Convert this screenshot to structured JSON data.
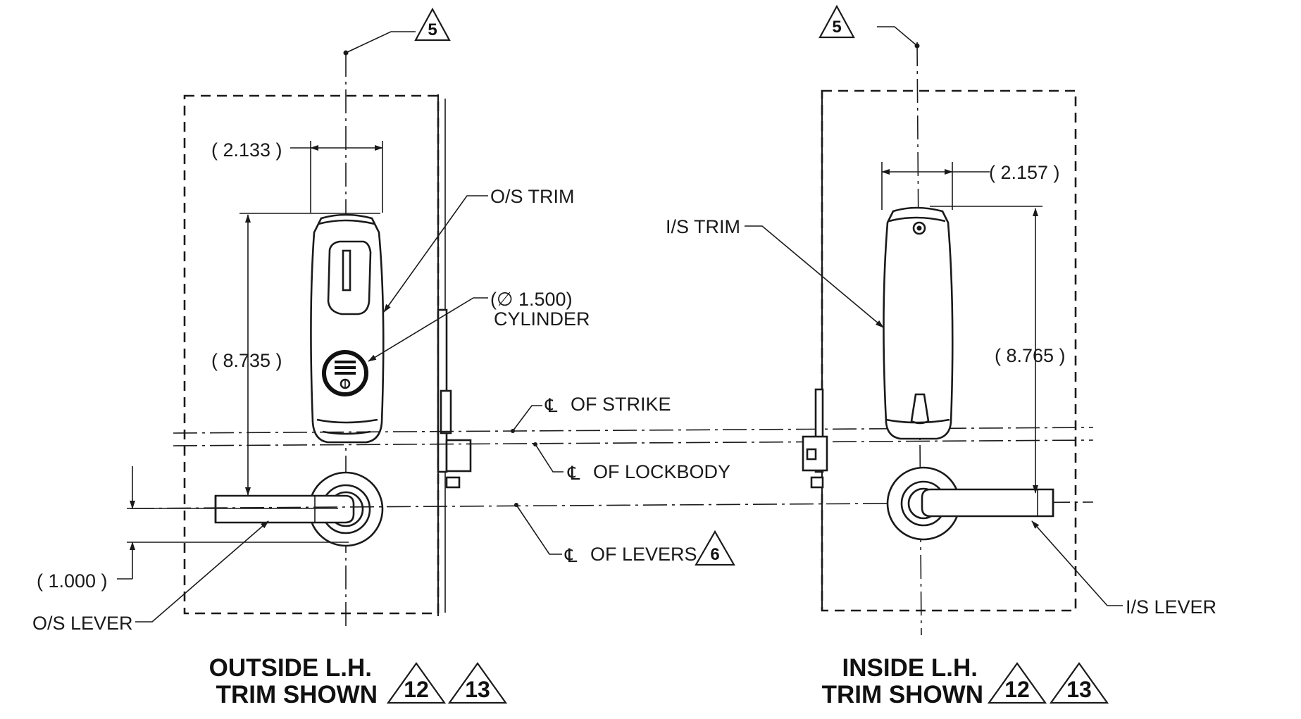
{
  "callouts": {
    "outside_center_flag": "5",
    "inside_center_flag": "5",
    "levers_flag": "6",
    "outside_flag_a": "12",
    "outside_flag_b": "13",
    "inside_flag_a": "12",
    "inside_flag_b": "13"
  },
  "outside": {
    "width_dim": "( 2.133 )",
    "height_dim": "( 8.735 )",
    "lever_offset_dim": "( 1.000 )",
    "trim_label": "O/S TRIM",
    "cylinder_dim": "(∅ 1.500)",
    "cylinder_label": "CYLINDER",
    "lever_label": "O/S LEVER",
    "title_line1": "OUTSIDE L.H.",
    "title_line2": "TRIM SHOWN"
  },
  "centerlines": {
    "cl_symbol": "℄",
    "strike": "OF STRIKE",
    "lockbody": "OF LOCKBODY",
    "levers": "OF LEVERS"
  },
  "inside": {
    "width_dim": "( 2.157 )",
    "height_dim": "( 8.765 )",
    "trim_label": "I/S TRIM",
    "lever_label": "I/S LEVER",
    "title_line1": "INSIDE L.H.",
    "title_line2": "TRIM SHOWN"
  }
}
